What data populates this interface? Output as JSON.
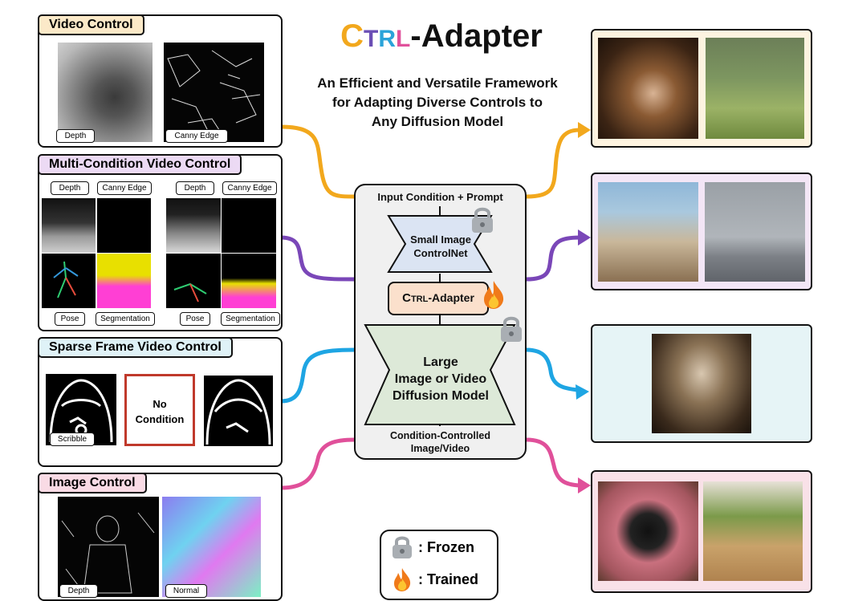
{
  "title": {
    "c": "C",
    "t": "T",
    "r": "R",
    "l": "L",
    "suffix": "-Adapter"
  },
  "subtitle": [
    "An Efficient and Versatile Framework",
    "for Adapting Diverse Controls to",
    "Any Diffusion Model"
  ],
  "colors": {
    "c": "#f2a81d",
    "t": "#6b4fb5",
    "r": "#2aa3d9",
    "l": "#e0519b",
    "orange": "#f2a81d",
    "purple": "#7a47b8",
    "blue": "#1ea5e3",
    "pink": "#e0509a",
    "controlnet": "#dbe4f3",
    "adapter": "#fbe0cc",
    "large_model": "#dde9d8"
  },
  "video_control": {
    "title": "Video Control",
    "labels": [
      "Depth",
      "Canny Edge"
    ]
  },
  "multi_condition": {
    "title": "Multi-Condition Video Control",
    "labels": [
      "Depth",
      "Canny Edge",
      "Depth",
      "Canny Edge",
      "Pose",
      "Segmentation",
      "Pose",
      "Segmentation"
    ]
  },
  "sparse_frame": {
    "title": "Sparse Frame Video Control",
    "scribble": "Scribble",
    "no_condition": [
      "No",
      "Condition"
    ]
  },
  "image_control": {
    "title": "Image Control",
    "labels": [
      "Depth",
      "Normal"
    ]
  },
  "center": {
    "input": "Input Condition + Prompt",
    "controlnet": [
      "Small Image",
      "ControlNet"
    ],
    "adapter": {
      "c": "C",
      "rest": "TRL",
      "suffix": "-Adapter"
    },
    "large": [
      "Large",
      "Image or Video",
      "Diffusion Model"
    ],
    "output": [
      "Condition-Controlled",
      "Image/Video"
    ]
  },
  "legend": {
    "frozen": ": Frozen",
    "trained": ": Trained"
  },
  "icons": [
    "lock-icon",
    "flame-icon"
  ]
}
